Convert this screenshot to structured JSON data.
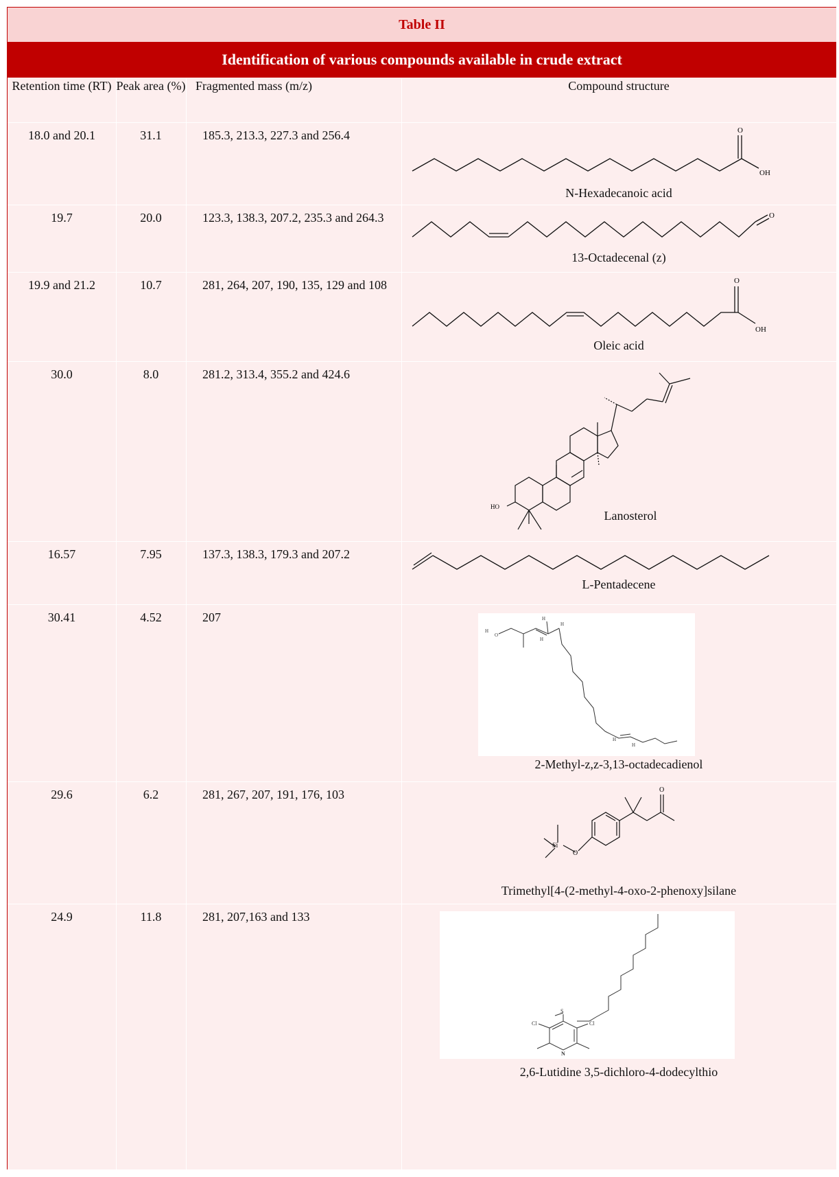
{
  "table": {
    "title": "Table II",
    "subtitle": "Identification of various compounds available in crude extract",
    "headers": [
      "Retention time (RT)",
      "Peak area (%)",
      "Fragmented mass (m/z)",
      "Compound structure"
    ],
    "rows": [
      {
        "rt": "18.0 and 20.1",
        "area": "31.1",
        "mass": "185.3, 213.3, 227.3 and 256.4",
        "compound": "N-Hexadecanoic acid"
      },
      {
        "rt": "19.7",
        "area": "20.0",
        "mass": "123.3, 138.3, 207.2, 235.3 and 264.3",
        "compound": "13-Octadecenal (z)"
      },
      {
        "rt": "19.9 and 21.2",
        "area": "10.7",
        "mass": "281, 264, 207, 190, 135, 129 and 108",
        "compound": "Oleic acid"
      },
      {
        "rt": "30.0",
        "area": "8.0",
        "mass": "281.2, 313.4, 355.2 and 424.6",
        "compound": "Lanosterol"
      },
      {
        "rt": "16.57",
        "area": "7.95",
        "mass": "137.3, 138.3, 179.3 and 207.2",
        "compound": "L-Pentadecene"
      },
      {
        "rt": "30.41",
        "area": "4.52",
        "mass": "207",
        "compound": "2-Methyl-z,z-3,13-octadecadienol"
      },
      {
        "rt": "29.6",
        "area": "6.2",
        "mass": "281, 267, 207, 191, 176, 103",
        "compound": "Trimethyl[4-(2-methyl-4-oxo-2-phenoxy]silane"
      },
      {
        "rt": "24.9",
        "area": "11.8",
        "mass": "281, 207,163 and 133",
        "compound": "2,6-Lutidine 3,5-dichloro-4-dodecylthio"
      }
    ]
  },
  "atom_labels": {
    "oxygen": "O",
    "hydroxyl": "OH",
    "hydroxyl_left": "HO",
    "hydrogen": "H",
    "silicon": "Si",
    "chlorine": "Cl",
    "sulfur": "S",
    "nitrogen": "N"
  },
  "colors": {
    "accent": "#c00000",
    "title_bg": "#f9d3d3",
    "body_bg": "#fdeeee"
  }
}
